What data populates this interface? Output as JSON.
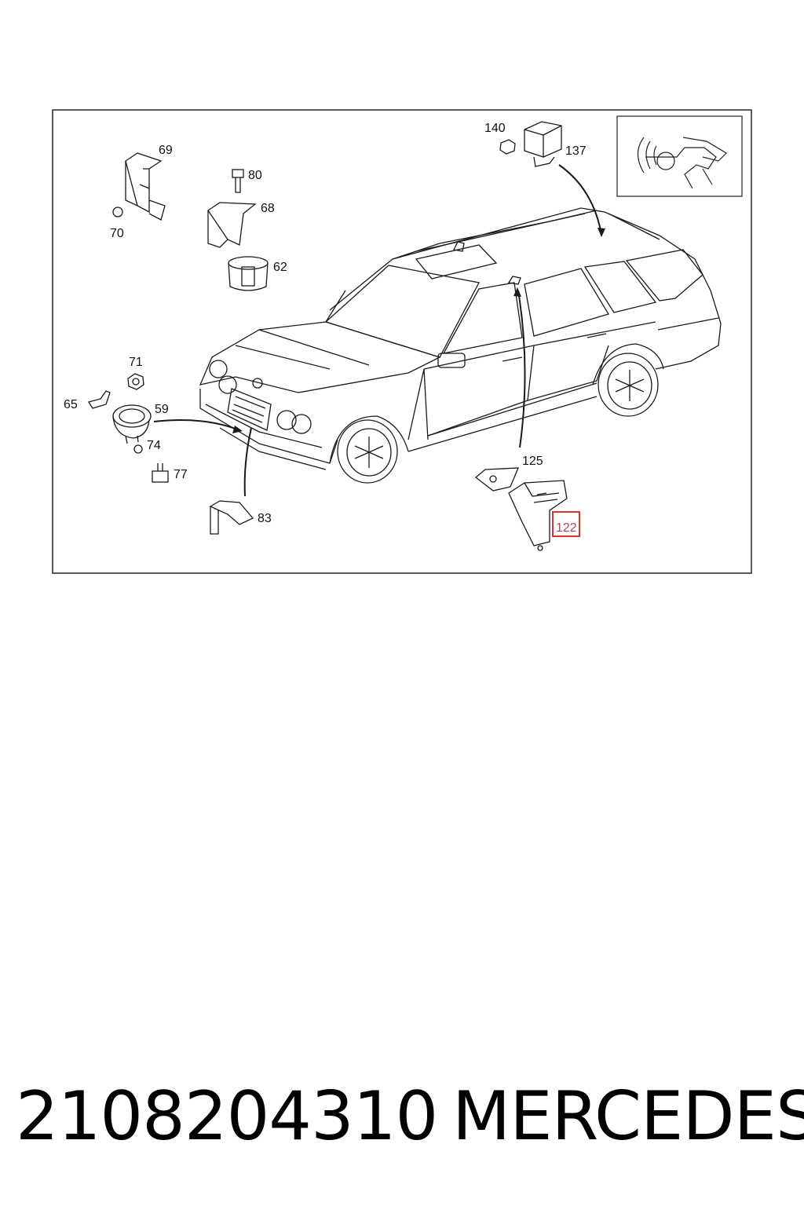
{
  "diagram": {
    "callouts": {
      "c69": "69",
      "c70": "70",
      "c80": "80",
      "c68": "68",
      "c62": "62",
      "c140": "140",
      "c137": "137",
      "c71": "71",
      "c65": "65",
      "c59": "59",
      "c74": "74",
      "c77": "77",
      "c83": "83",
      "c125": "125",
      "c122": "122"
    },
    "highlight_color": "#e0312f",
    "line_color": "#1a1a1a"
  },
  "footer": {
    "part_number": "2108204310",
    "brand": "MERCEDES"
  }
}
